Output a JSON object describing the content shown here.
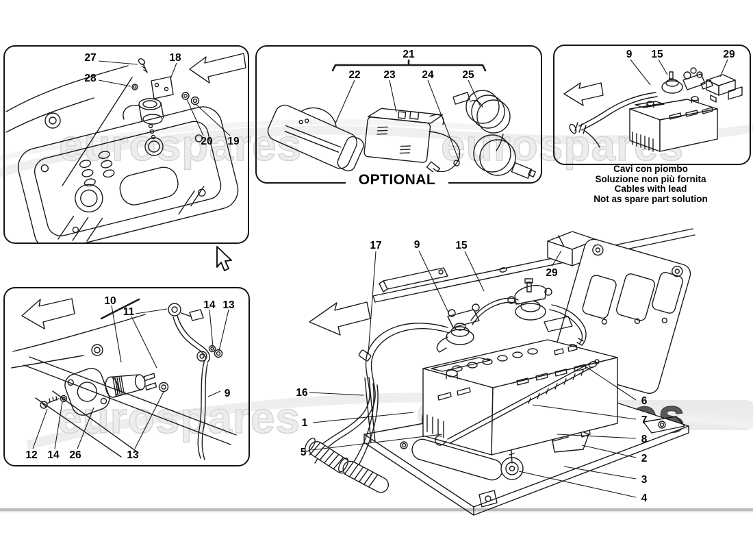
{
  "watermark": {
    "brand": "eurospares"
  },
  "colors": {
    "line": "#1a1a1a",
    "watermark_light": "#ededed",
    "watermark_dark": "#585858",
    "background": "#ffffff"
  },
  "panels": {
    "engine": {
      "labels": [
        "27",
        "28",
        "18",
        "20",
        "19"
      ]
    },
    "optional": {
      "group_label": "21",
      "item_labels": [
        "22",
        "23",
        "24",
        "25"
      ],
      "title": "OPTIONAL"
    },
    "lead_cables": {
      "labels": [
        "9",
        "15",
        "29"
      ],
      "caption": [
        "Cavi con piombo",
        "Soluzione non più fornita",
        "Cables with lead",
        "Not as spare part solution"
      ]
    },
    "switch": {
      "labels": [
        "10",
        "11",
        "14",
        "13",
        "9",
        "12",
        "14",
        "26",
        "13"
      ]
    }
  },
  "main_view": {
    "labels": [
      "17",
      "9",
      "15",
      "29",
      "16",
      "1",
      "5",
      "6",
      "7",
      "8",
      "2",
      "3",
      "4"
    ]
  }
}
